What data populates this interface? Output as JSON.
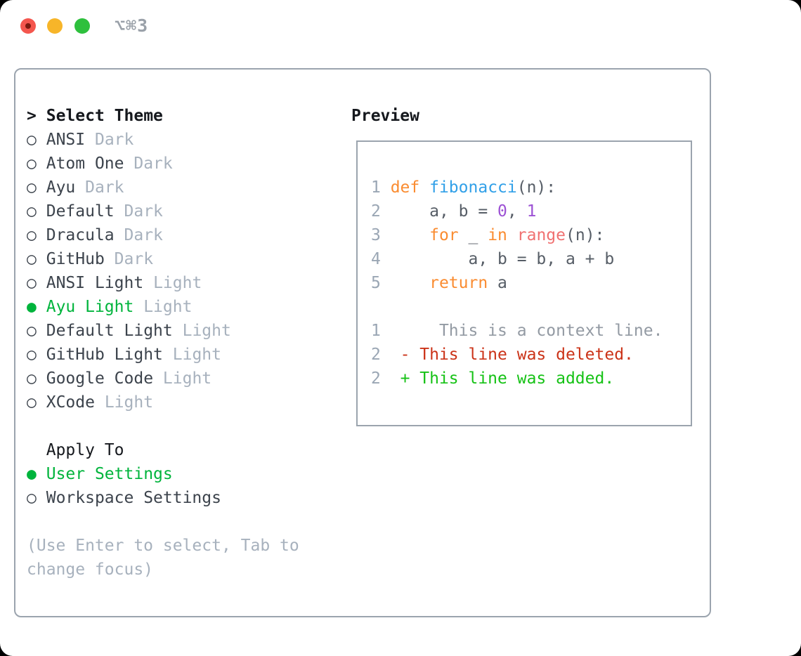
{
  "colors": {
    "window_bg": "#ffffff",
    "border": "#9ba4ae",
    "header_text": "#15181d",
    "theme_name": "#3c434c",
    "variant_label": "#a7b1bd",
    "selected_green": "#00b43c",
    "help_text": "#a7b1bd",
    "shortcut_text": "#9aa1a9",
    "line_number": "#9aa6b4",
    "code_fg": "#565d66",
    "keyword": "#fa8c31",
    "function_name": "#31a0e8",
    "number_literal": "#9c51d4",
    "builtin_call": "#f07171",
    "context_line": "#939aa3",
    "diff_deleted": "#cb3318",
    "diff_added": "#16c216",
    "traffic_red": "#f4564e",
    "traffic_red_dot": "#7c1a10",
    "traffic_yellow": "#f7b529",
    "traffic_green": "#2ec03d"
  },
  "window": {
    "shortcut": "⌥⌘3"
  },
  "theme_panel": {
    "header": {
      "prefix": ">",
      "label": "Select Theme"
    },
    "bullets": {
      "selected": "●",
      "unselected": "○"
    },
    "themes": [
      {
        "name": "ANSI",
        "variant": "Dark",
        "selected": false
      },
      {
        "name": "Atom One",
        "variant": "Dark",
        "selected": false
      },
      {
        "name": "Ayu",
        "variant": "Dark",
        "selected": false
      },
      {
        "name": "Default",
        "variant": "Dark",
        "selected": false
      },
      {
        "name": "Dracula",
        "variant": "Dark",
        "selected": false
      },
      {
        "name": "GitHub",
        "variant": "Dark",
        "selected": false
      },
      {
        "name": "ANSI Light",
        "variant": "Light",
        "selected": false
      },
      {
        "name": "Ayu Light",
        "variant": "Light",
        "selected": true
      },
      {
        "name": "Default Light",
        "variant": "Light",
        "selected": false
      },
      {
        "name": "GitHub Light",
        "variant": "Light",
        "selected": false
      },
      {
        "name": "Google Code",
        "variant": "Light",
        "selected": false
      },
      {
        "name": "XCode",
        "variant": "Light",
        "selected": false
      }
    ],
    "apply_to": {
      "label": "Apply To",
      "options": [
        {
          "name": "User Settings",
          "selected": true
        },
        {
          "name": "Workspace Settings",
          "selected": false
        }
      ]
    },
    "help_text": "(Use Enter to select, Tab to change focus)"
  },
  "preview": {
    "title": "Preview",
    "lines": [
      {
        "num": "1",
        "segments": [
          [
            "kw",
            "def"
          ],
          [
            "fg",
            " "
          ],
          [
            "fn",
            "fibonacci"
          ],
          [
            "fg",
            "(n):"
          ]
        ]
      },
      {
        "num": "2",
        "segments": [
          [
            "fg",
            "    a, b = "
          ],
          [
            "lit",
            "0"
          ],
          [
            "fg",
            ", "
          ],
          [
            "lit",
            "1"
          ]
        ]
      },
      {
        "num": "3",
        "segments": [
          [
            "fg",
            "    "
          ],
          [
            "kw",
            "for"
          ],
          [
            "fg",
            " _ "
          ],
          [
            "kw",
            "in"
          ],
          [
            "fg",
            " "
          ],
          [
            "call",
            "range"
          ],
          [
            "fg",
            "(n):"
          ]
        ]
      },
      {
        "num": "4",
        "segments": [
          [
            "fg",
            "        a, b = b, a + b"
          ]
        ]
      },
      {
        "num": "5",
        "segments": [
          [
            "fg",
            "    "
          ],
          [
            "kw",
            "return"
          ],
          [
            "fg",
            " a"
          ]
        ]
      },
      {
        "num": "",
        "segments": []
      },
      {
        "num": "1",
        "segments": [
          [
            "ctx",
            "     This is a context line."
          ]
        ]
      },
      {
        "num": "2",
        "segments": [
          [
            "fg",
            " "
          ],
          [
            "del",
            "- This line was deleted."
          ]
        ]
      },
      {
        "num": "2",
        "segments": [
          [
            "fg",
            " "
          ],
          [
            "add",
            "+ This line was added."
          ]
        ]
      }
    ]
  }
}
